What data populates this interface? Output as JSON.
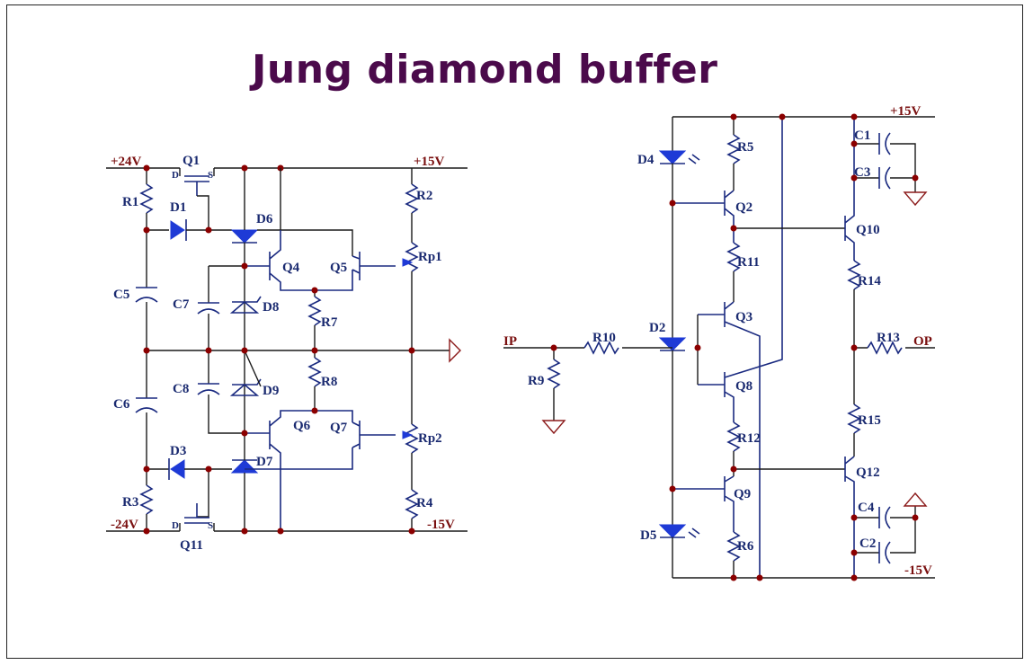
{
  "title": "Jung diamond buffer",
  "nets": {
    "p24": "+24V",
    "p15_left": "+15V",
    "m24": "-24V",
    "m15_left": "-15V",
    "p15_right": "+15V",
    "m15_right": "-15V",
    "ip": "IP",
    "op": "OP"
  },
  "refs": {
    "Q1": "Q1",
    "R1": "R1",
    "D1": "D1",
    "D6": "D6",
    "C5": "C5",
    "C7": "C7",
    "D8": "D8",
    "Q4": "Q4",
    "Q5": "Q5",
    "R2": "R2",
    "Rp1": "Rp1",
    "R7": "R7",
    "R8": "R8",
    "C6": "C6",
    "C8": "C8",
    "D9": "D9",
    "Q6": "Q6",
    "Q7": "Q7",
    "Rp2": "Rp2",
    "D3": "D3",
    "D7": "D7",
    "R3": "R3",
    "R4": "R4",
    "Q11": "Q11",
    "D4": "D4",
    "R5": "R5",
    "Q2": "Q2",
    "R11": "R11",
    "Q3": "Q3",
    "D2": "D2",
    "R9": "R9",
    "R10": "R10",
    "Q8": "Q8",
    "R12": "R12",
    "Q9": "Q9",
    "D5": "D5",
    "R6": "R6",
    "C1": "C1",
    "C3": "C3",
    "Q10": "Q10",
    "R14": "R14",
    "R13": "R13",
    "R15": "R15",
    "Q12": "Q12",
    "C4": "C4",
    "C2": "C2"
  },
  "fet_pins": {
    "q1_d": "D",
    "q1_s": "S",
    "q11_d": "D",
    "q11_s": "S"
  }
}
